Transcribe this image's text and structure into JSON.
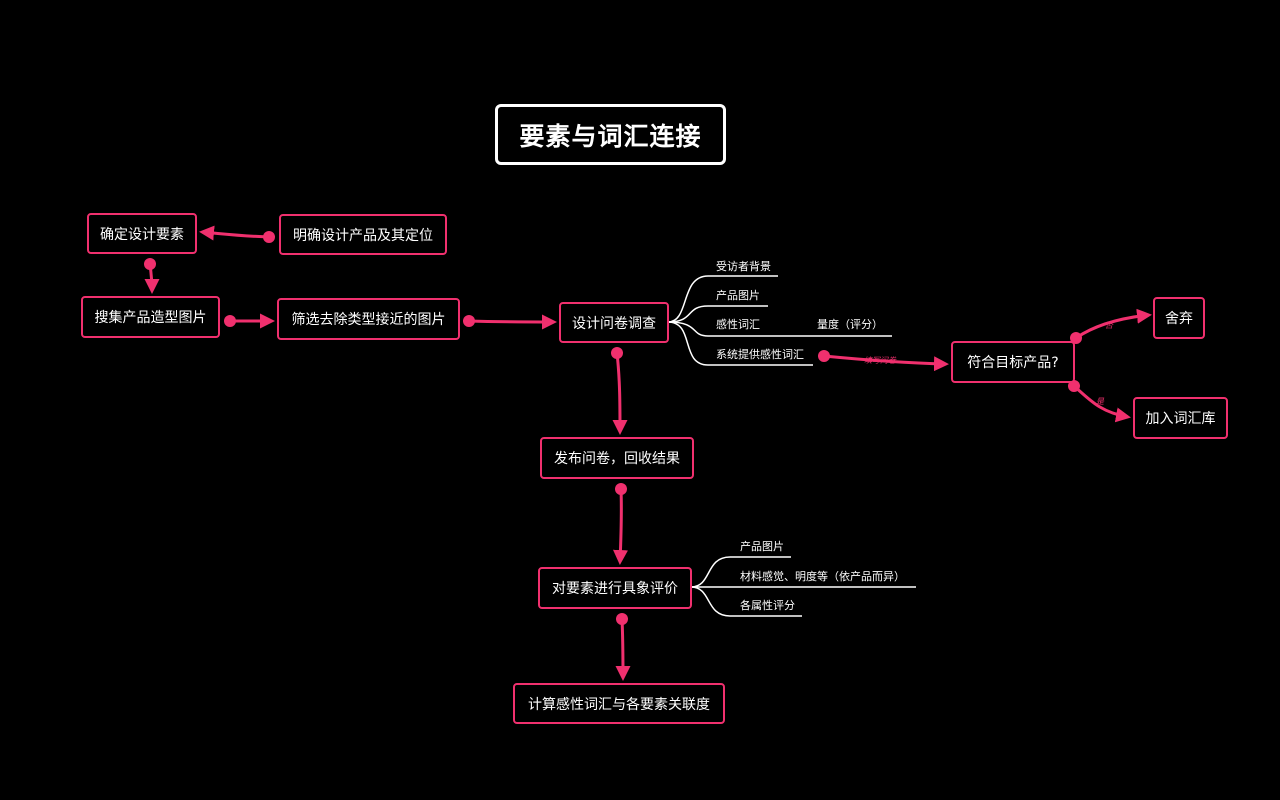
{
  "title": "要素与词汇连接",
  "nodes": {
    "define_elements": "确定设计要素",
    "clarify_product": "明确设计产品及其定位",
    "collect_images": "搜集产品造型图片",
    "filter_images": "筛选去除类型接近的图片",
    "design_survey": "设计问卷调查",
    "publish_survey": "发布问卷，回收结果",
    "evaluate_elements": "对要素进行具象评价",
    "compute_relevance": "计算感性词汇与各要素关联度",
    "match_target": "符合目标产品?",
    "discard": "舍弃",
    "add_to_library": "加入词汇库"
  },
  "survey_branches": [
    "受访者背景",
    "产品图片",
    "感性词汇",
    "系统提供感性词汇"
  ],
  "survey_sub_branch": "量度（评分）",
  "evaluate_branches": [
    "产品图片",
    "材料感觉、明度等（依产品而异）",
    "各属性评分"
  ],
  "edge_labels": {
    "fill_survey": "填写问卷",
    "no": "否",
    "yes": "是"
  },
  "colors": {
    "background": "#000000",
    "accent": "#f0306e",
    "text": "#ffffff",
    "branch_line": "#ffffff"
  }
}
